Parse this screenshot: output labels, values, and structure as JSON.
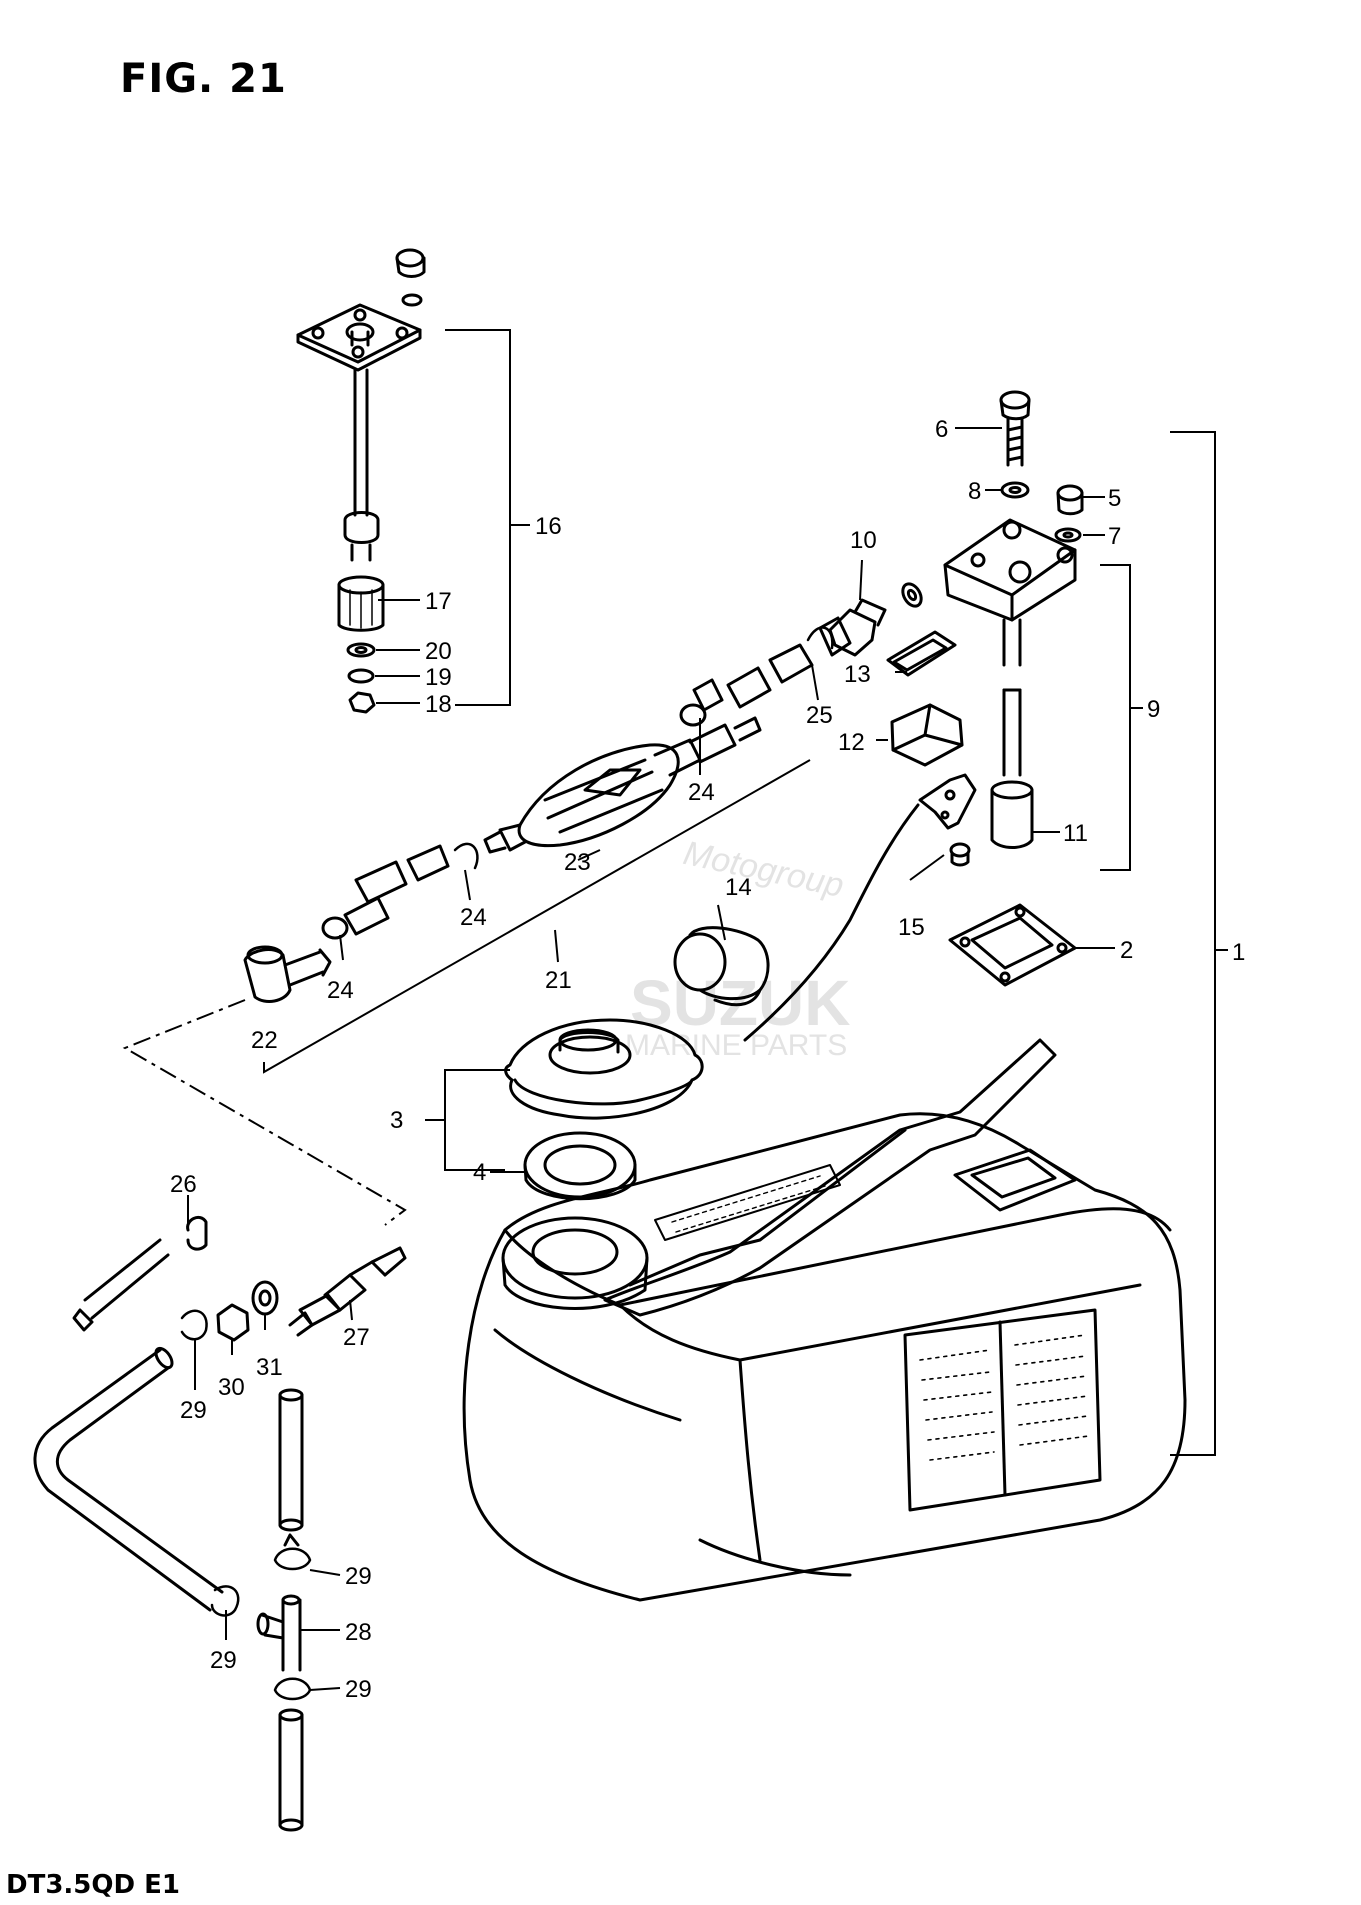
{
  "figure": {
    "title": "FIG. 21",
    "model_code": "DT3.5QD E1"
  },
  "watermarks": {
    "line1": "Motogroup",
    "line2": "SUZUK",
    "line3": "MARINE PARTS"
  },
  "callouts": {
    "c1": "1",
    "c2": "2",
    "c3": "3",
    "c4": "4",
    "c5": "5",
    "c6": "6",
    "c7": "7",
    "c8": "8",
    "c9": "9",
    "c10": "10",
    "c11": "11",
    "c12": "12",
    "c13": "13",
    "c14": "14",
    "c15": "15",
    "c16": "16",
    "c17": "17",
    "c18": "18",
    "c19": "19",
    "c20": "20",
    "c21": "21",
    "c22": "22",
    "c23": "23",
    "c24a": "24",
    "c24b": "24",
    "c24c": "24",
    "c25": "25",
    "c26": "26",
    "c27": "27",
    "c28": "28",
    "c29a": "29",
    "c29b": "29",
    "c29c": "29",
    "c29d": "29",
    "c30": "30",
    "c31": "31"
  },
  "colors": {
    "ink": "#000000",
    "paper": "#ffffff",
    "watermark": "#e3e3e3"
  }
}
